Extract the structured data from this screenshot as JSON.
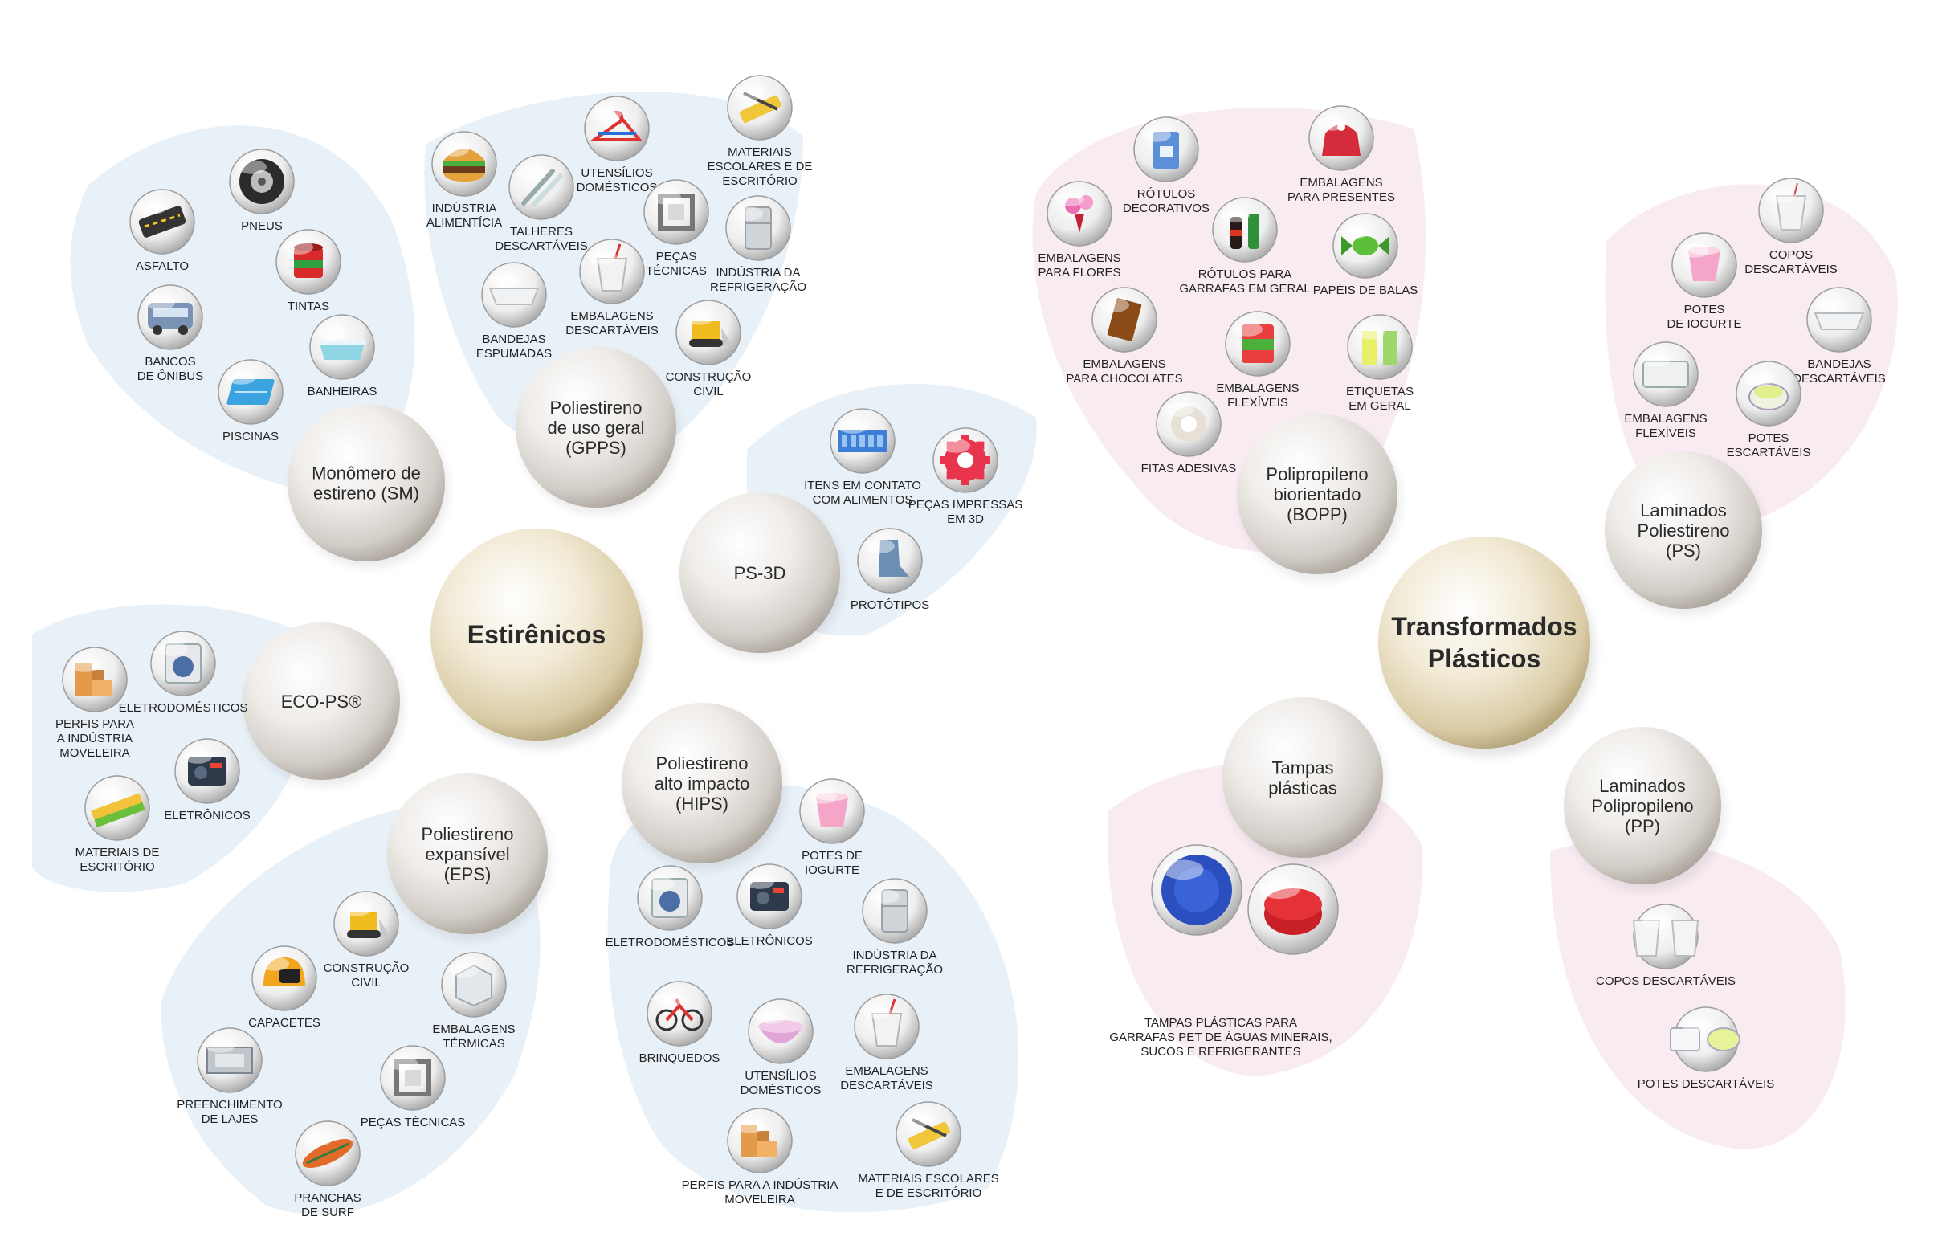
{
  "colors": {
    "blue_petal": "#e6f0f7",
    "pink_petal": "#f8ebf2",
    "pearl_highlight": "#ffffff",
    "pearl_mid": "#ece9e6",
    "pearl_shadow": "#b9b4ad",
    "gold_pearl_mid": "#efe6cf",
    "gold_pearl_shadow": "#b8a77a"
  },
  "main_nodes": [
    {
      "id": "estirenicos",
      "lines": [
        "Estirênicos"
      ]
    },
    {
      "id": "transformados",
      "lines": [
        "Transformados",
        "Plásticos"
      ]
    }
  ],
  "sub_nodes": [
    {
      "id": "sm",
      "lines": [
        "Monômero de",
        "estireno (SM)"
      ]
    },
    {
      "id": "gpps",
      "lines": [
        "Poliestireno",
        "de uso geral",
        "(GPPS)"
      ]
    },
    {
      "id": "ps3d",
      "lines": [
        "PS-3D"
      ]
    },
    {
      "id": "ecops",
      "lines": [
        "ECO-PS®"
      ]
    },
    {
      "id": "eps",
      "lines": [
        "Poliestireno",
        "expansível",
        "(EPS)"
      ]
    },
    {
      "id": "hips",
      "lines": [
        "Poliestireno",
        "alto impacto",
        "(HIPS)"
      ]
    },
    {
      "id": "bopp",
      "lines": [
        "Polipropileno",
        "biorientado",
        "(BOPP)"
      ]
    },
    {
      "id": "lps",
      "lines": [
        "Laminados",
        "Poliestireno",
        "(PS)"
      ]
    },
    {
      "id": "tampas",
      "lines": [
        "Tampas",
        "plásticas"
      ]
    },
    {
      "id": "lpp",
      "lines": [
        "Laminados",
        "Polipropileno",
        "(PP)"
      ]
    }
  ],
  "items": [
    {
      "id": "asfalto",
      "icon": "road-icon",
      "lines": [
        "ASFALTO"
      ]
    },
    {
      "id": "pneus",
      "icon": "tire-icon",
      "lines": [
        "PNEUS"
      ]
    },
    {
      "id": "tintas",
      "icon": "paint-can-icon",
      "lines": [
        "TINTAS"
      ]
    },
    {
      "id": "bancos",
      "icon": "bus-icon",
      "lines": [
        "BANCOS",
        "DE ÔNIBUS"
      ]
    },
    {
      "id": "banheiras",
      "icon": "bathtub-icon",
      "lines": [
        "BANHEIRAS"
      ]
    },
    {
      "id": "piscinas",
      "icon": "pool-icon",
      "lines": [
        "PISCINAS"
      ]
    },
    {
      "id": "ind_alim",
      "icon": "burger-icon",
      "lines": [
        "INDÚSTRIA",
        "ALIMENTÍCIA"
      ]
    },
    {
      "id": "utensilios",
      "icon": "hanger-icon",
      "lines": [
        "UTENSÍLIOS",
        "DOMÉSTICOS"
      ]
    },
    {
      "id": "mat_esc",
      "icon": "stationery-icon",
      "lines": [
        "MATERIAIS",
        "ESCOLARES E DE",
        "ESCRITÓRIO"
      ]
    },
    {
      "id": "talheres",
      "icon": "cutlery-icon",
      "lines": [
        "TALHERES",
        "DESCARTÁVEIS"
      ]
    },
    {
      "id": "pecas_tec",
      "icon": "cube-frame-icon",
      "lines": [
        "PEÇAS",
        "TÉCNICAS"
      ]
    },
    {
      "id": "refrig",
      "icon": "fridge-icon",
      "lines": [
        "INDÚSTRIA DA",
        "REFRIGERAÇÃO"
      ]
    },
    {
      "id": "bandejas_esp",
      "icon": "tray-icon",
      "lines": [
        "BANDEJAS",
        "ESPUMADAS"
      ]
    },
    {
      "id": "emb_desc",
      "icon": "cup-straw-icon",
      "lines": [
        "EMBALAGENS",
        "DESCARTÁVEIS"
      ]
    },
    {
      "id": "constr",
      "icon": "bulldozer-icon",
      "lines": [
        "CONSTRUÇÃO",
        "CIVIL"
      ]
    },
    {
      "id": "itens_alim",
      "icon": "crate-icon",
      "lines": [
        "ITENS EM CONTATO",
        "COM ALIMENTOS"
      ]
    },
    {
      "id": "pecas3d",
      "icon": "gear-icon",
      "lines": [
        "PEÇAS IMPRESSAS",
        "EM 3D"
      ]
    },
    {
      "id": "prototipos",
      "icon": "seat-icon",
      "lines": [
        "PROTÓTIPOS"
      ]
    },
    {
      "id": "perfis",
      "icon": "wood-profile-icon",
      "lines": [
        "PERFIS PARA",
        "A INDÚSTRIA",
        "MOVELEIRA"
      ]
    },
    {
      "id": "eletrodom",
      "icon": "washer-icon",
      "lines": [
        "ELETRODOMÉSTICOS"
      ]
    },
    {
      "id": "eletronicos",
      "icon": "radio-icon",
      "lines": [
        "ELETRÔNICOS"
      ]
    },
    {
      "id": "mat_esc2",
      "icon": "ruler-icon",
      "lines": [
        "MATERIAIS DE",
        "ESCRITÓRIO"
      ]
    },
    {
      "id": "constr2",
      "icon": "bulldozer-icon",
      "lines": [
        "CONSTRUÇÃO",
        "CIVIL"
      ]
    },
    {
      "id": "capacetes",
      "icon": "helmet-icon",
      "lines": [
        "CAPACETES"
      ]
    },
    {
      "id": "emb_term",
      "icon": "box-icon",
      "lines": [
        "EMBALAGENS",
        "TÉRMICAS"
      ]
    },
    {
      "id": "preench",
      "icon": "slab-icon",
      "lines": [
        "PREENCHIMENTO",
        "DE LAJES"
      ]
    },
    {
      "id": "pecas_tec2",
      "icon": "cube-frame-icon",
      "lines": [
        "PEÇAS TÉCNICAS"
      ]
    },
    {
      "id": "pranchas",
      "icon": "surfboard-icon",
      "lines": [
        "PRANCHAS",
        "DE SURF"
      ]
    },
    {
      "id": "potes_iog",
      "icon": "yogurt-cup-icon",
      "lines": [
        "POTES DE",
        "IOGURTE"
      ]
    },
    {
      "id": "eletrodom2",
      "icon": "washer-icon",
      "lines": [
        "ELETRODOMÉSTICOS"
      ]
    },
    {
      "id": "eletronicos2",
      "icon": "radio-icon",
      "lines": [
        "ELETRÔNICOS"
      ]
    },
    {
      "id": "refrig2",
      "icon": "fridge-icon",
      "lines": [
        "INDÚSTRIA DA",
        "REFRIGERAÇÃO"
      ]
    },
    {
      "id": "brinquedos",
      "icon": "bicycle-icon",
      "lines": [
        "BRINQUEDOS"
      ]
    },
    {
      "id": "utens2",
      "icon": "bowl-icon",
      "lines": [
        "UTENSÍLIOS",
        "DOMÉSTICOS"
      ]
    },
    {
      "id": "emb_desc2",
      "icon": "cup-straw-icon",
      "lines": [
        "EMBALAGENS",
        "DESCARTÁVEIS"
      ]
    },
    {
      "id": "perfis2",
      "icon": "wood-profile-icon",
      "lines": [
        "PERFIS PARA A INDÚSTRIA",
        "MOVELEIRA"
      ]
    },
    {
      "id": "mat_esc3",
      "icon": "stationery-icon",
      "lines": [
        "MATERIAIS ESCOLARES",
        "E DE ESCRITÓRIO"
      ]
    },
    {
      "id": "rot_dec",
      "icon": "milk-carton-icon",
      "lines": [
        "RÓTULOS",
        "DECORATIVOS"
      ]
    },
    {
      "id": "emb_pres",
      "icon": "gift-bag-icon",
      "lines": [
        "EMBALAGENS",
        "PARA PRESENTES"
      ]
    },
    {
      "id": "emb_flores",
      "icon": "flowers-icon",
      "lines": [
        "EMBALAGENS",
        "PARA FLORES"
      ]
    },
    {
      "id": "rot_garr",
      "icon": "bottles-icon",
      "lines": [
        "RÓTULOS PARA",
        "GARRAFAS EM GERAL"
      ]
    },
    {
      "id": "papeis_balas",
      "icon": "candy-icon",
      "lines": [
        "PAPÉIS DE BALAS"
      ]
    },
    {
      "id": "emb_choc",
      "icon": "chocolate-icon",
      "lines": [
        "EMBALAGENS",
        "PARA CHOCOLATES"
      ]
    },
    {
      "id": "emb_flex",
      "icon": "snack-bag-icon",
      "lines": [
        "EMBALAGENS",
        "FLEXÍVEIS"
      ]
    },
    {
      "id": "etiquetas",
      "icon": "labeled-glasses-icon",
      "lines": [
        "ETIQUETAS",
        "EM GERAL"
      ]
    },
    {
      "id": "fitas",
      "icon": "tape-icon",
      "lines": [
        "FITAS ADESIVAS"
      ]
    },
    {
      "id": "copos_desc",
      "icon": "clear-cup-icon",
      "lines": [
        "COPOS",
        "DESCARTÁVEIS"
      ]
    },
    {
      "id": "potes_iog2",
      "icon": "yogurt-cup-icon",
      "lines": [
        "POTES",
        "DE IOGURTE"
      ]
    },
    {
      "id": "bandejas_desc",
      "icon": "tray-icon",
      "lines": [
        "BANDEJAS",
        "DESCARTÁVEIS"
      ]
    },
    {
      "id": "emb_flex2",
      "icon": "container-icon",
      "lines": [
        "EMBALAGENS",
        "FLEXÍVEIS"
      ]
    },
    {
      "id": "potes_esc",
      "icon": "round-pot-icon",
      "lines": [
        "POTES",
        "ESCARTÁVEIS"
      ]
    },
    {
      "id": "tampas_item_blue",
      "icon": "blue-cap-icon",
      "lines": []
    },
    {
      "id": "tampas_item_red",
      "icon": "red-cap-icon",
      "lines": [
        "TAMPAS PLÁSTICAS PARA",
        "GARRAFAS PET DE ÁGUAS MINERAIS,",
        "SUCOS E REFRIGERANTES"
      ]
    },
    {
      "id": "copos_desc2",
      "icon": "clear-cups-icon",
      "lines": [
        "COPOS DESCARTÁVEIS"
      ]
    },
    {
      "id": "potes_desc",
      "icon": "pots-icon",
      "lines": [
        "POTES DESCARTÁVEIS"
      ]
    }
  ]
}
